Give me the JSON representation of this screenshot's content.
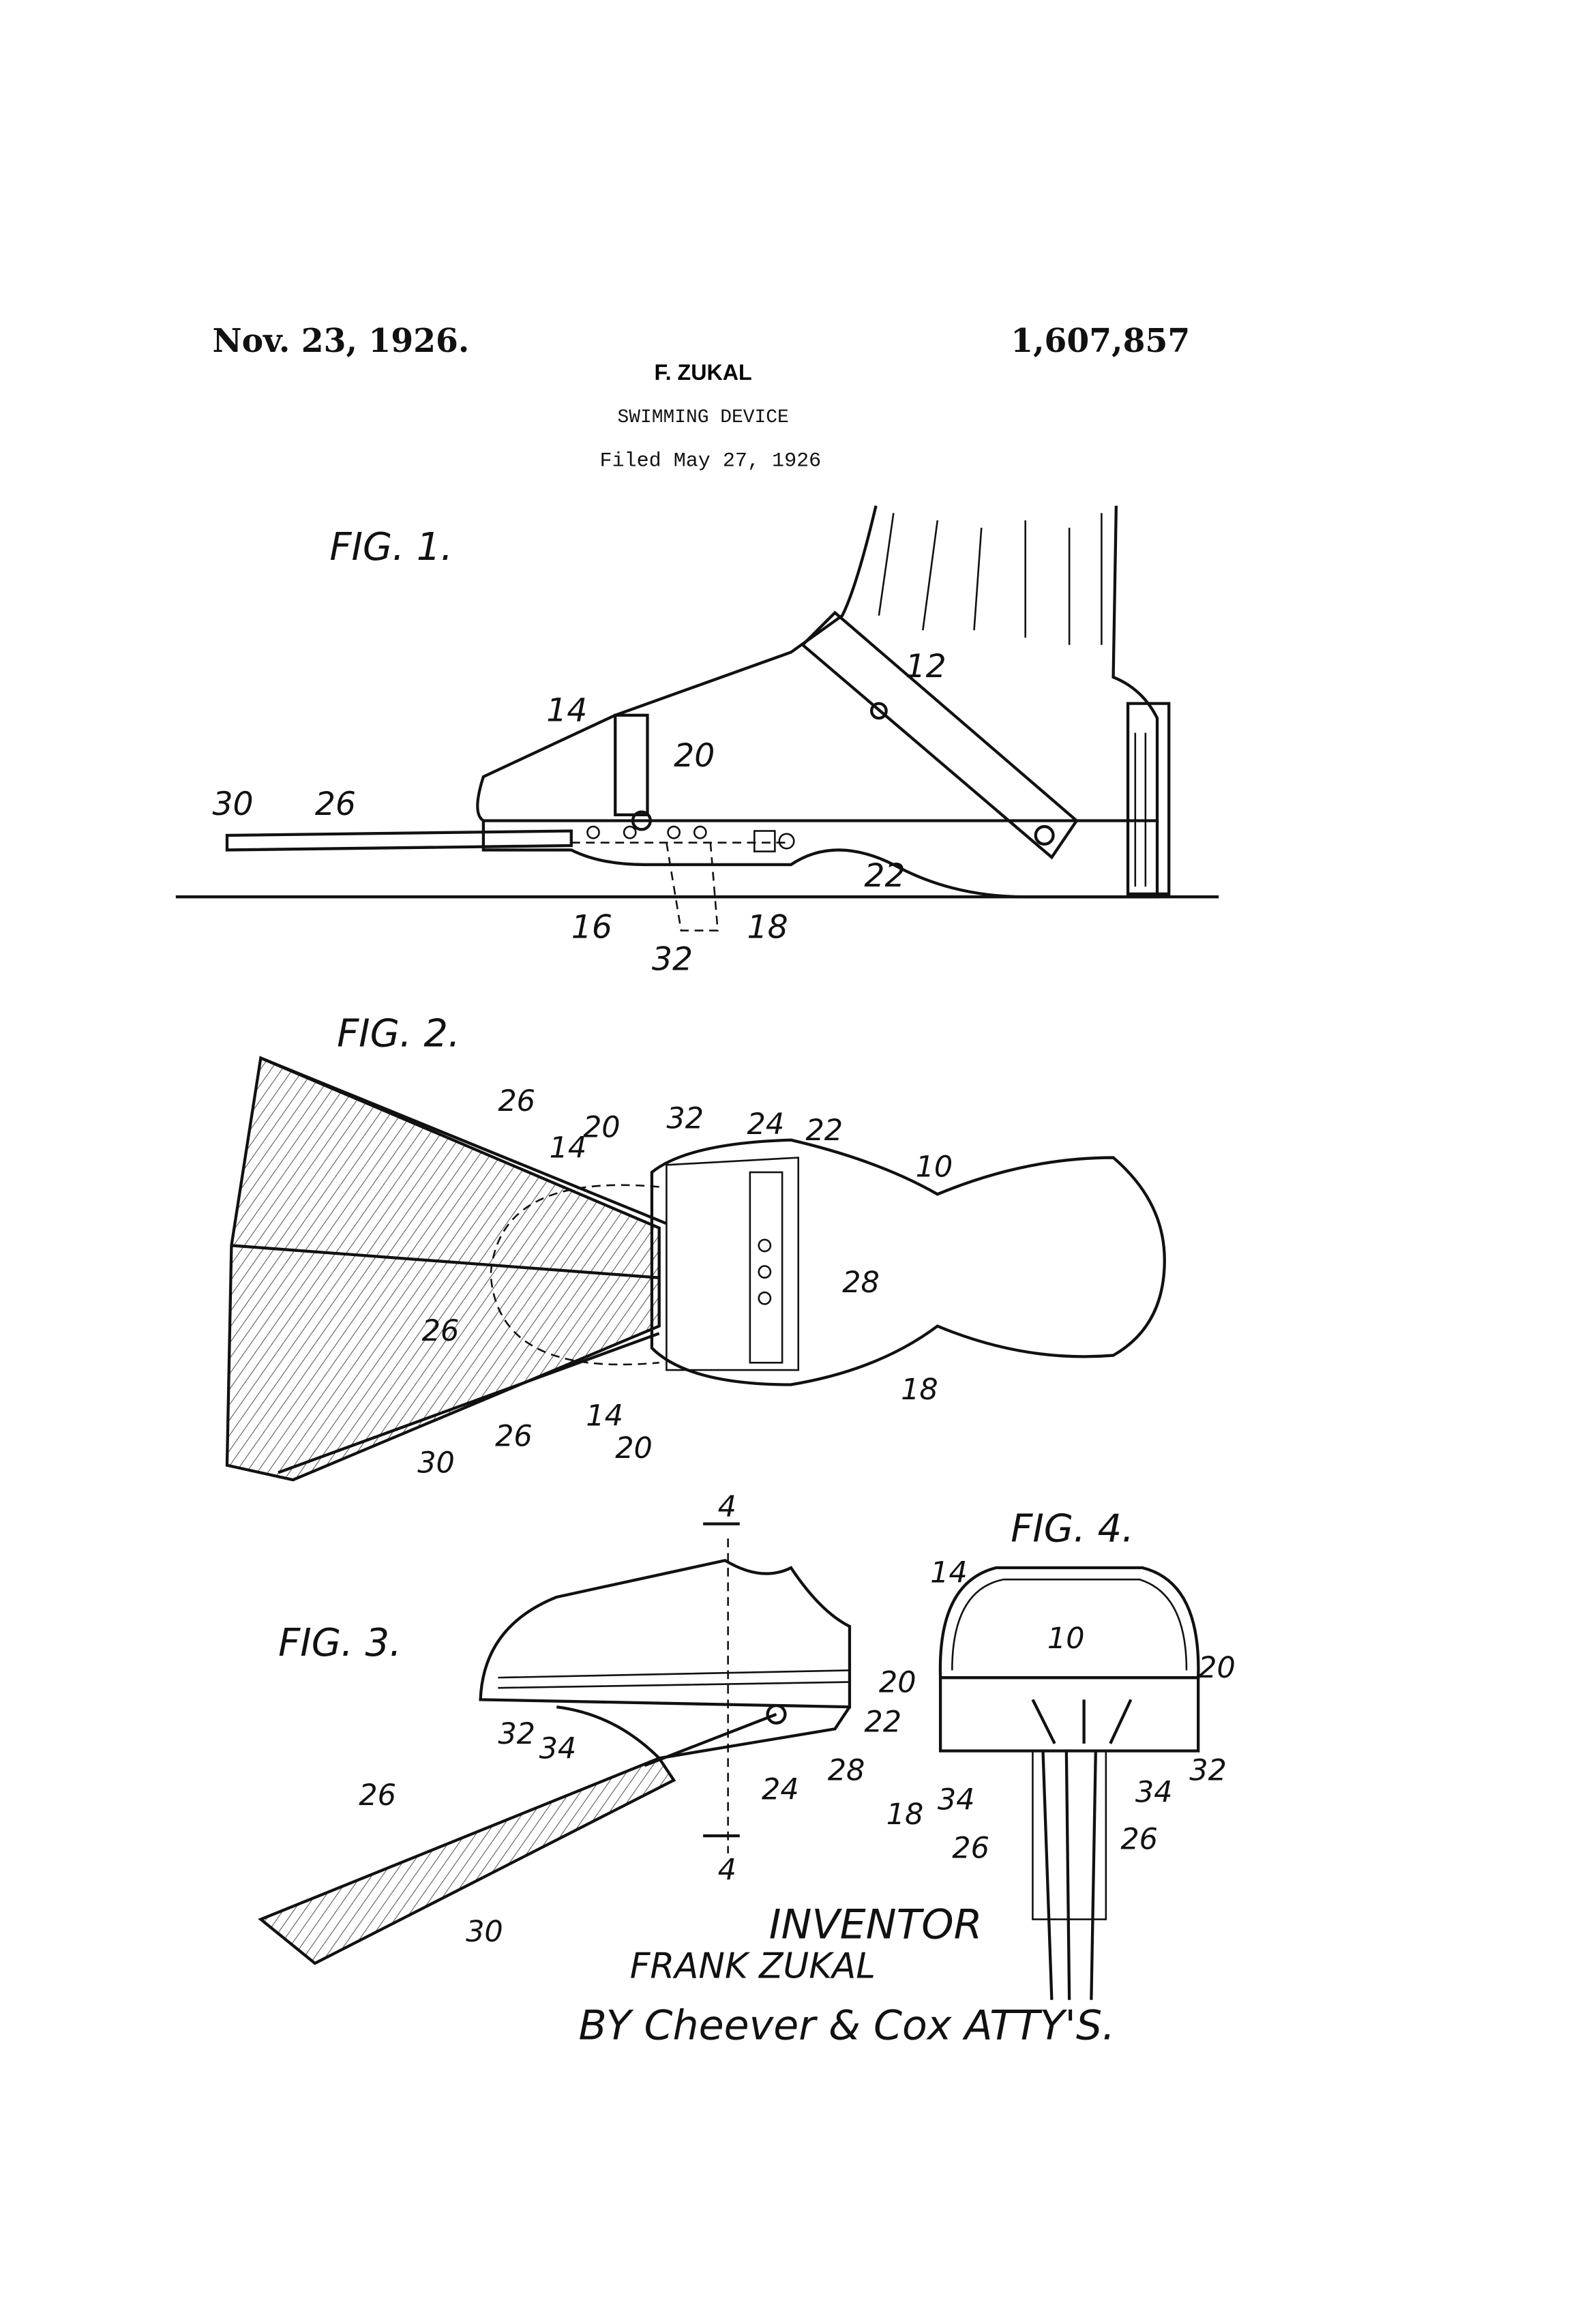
{
  "header": {
    "date": "Nov. 23, 1926.",
    "patent_number": "1,607,857",
    "inventor_short": "F. ZUKAL",
    "title": "SWIMMING DEVICE",
    "filed": "Filed May 27, 1926"
  },
  "figures": {
    "fig1": {
      "label": "FIG. 1.",
      "refs": [
        "12",
        "14",
        "20",
        "30",
        "26",
        "16",
        "32",
        "18",
        "22"
      ]
    },
    "fig2": {
      "label": "FIG. 2.",
      "refs": [
        "26",
        "14",
        "20",
        "32",
        "24",
        "22",
        "10",
        "28",
        "26",
        "26",
        "30",
        "14",
        "20",
        "18"
      ]
    },
    "fig3": {
      "label": "FIG. 3.",
      "refs": [
        "4",
        "32",
        "34",
        "22",
        "28",
        "24",
        "4",
        "26",
        "30"
      ]
    },
    "fig4": {
      "label": "FIG. 4.",
      "refs": [
        "14",
        "10",
        "20",
        "20",
        "32",
        "18",
        "34",
        "34",
        "26",
        "26"
      ]
    }
  },
  "signature": {
    "heading": "INVENTOR",
    "inventor": "FRANK ZUKAL",
    "attorneys": "BY Cheever & Cox ATTY'S."
  }
}
